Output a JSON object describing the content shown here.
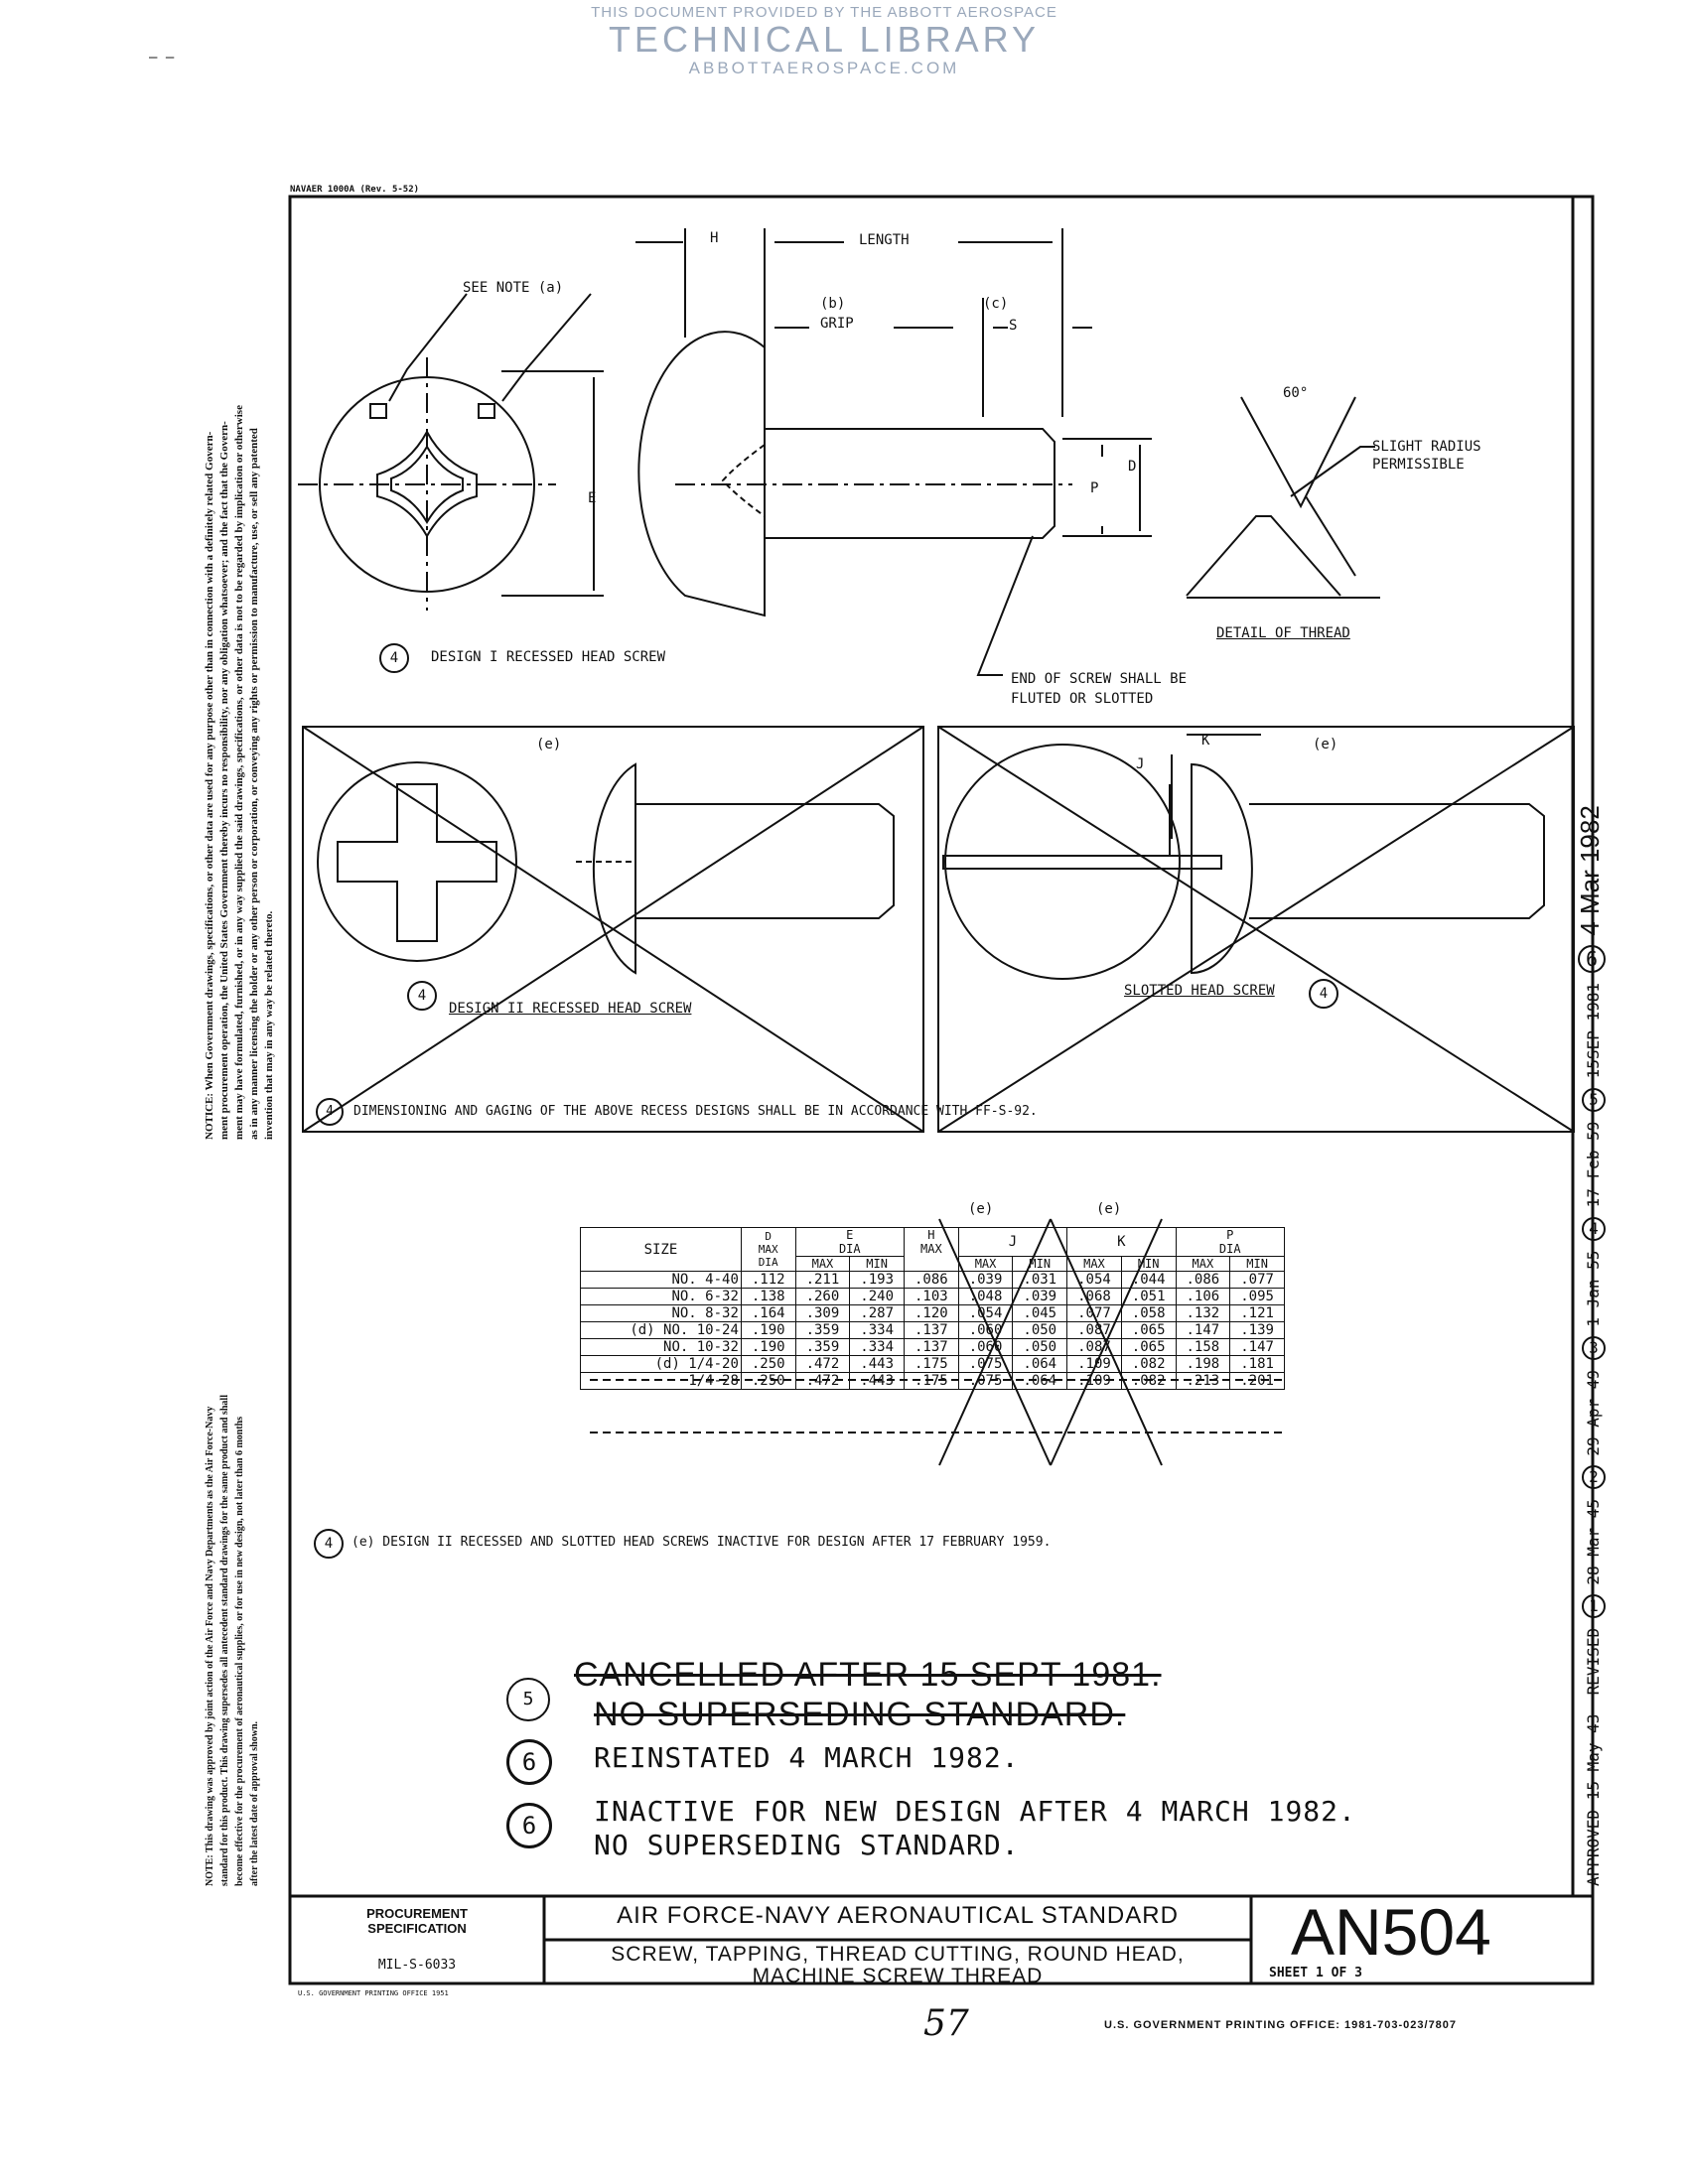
{
  "header": {
    "top_line": "THIS DOCUMENT PROVIDED BY THE ABBOTT AEROSPACE",
    "title": "TECHNICAL LIBRARY",
    "url": "ABBOTTAEROSPACE.COM"
  },
  "form_number": "NAVAER 1000A (Rev. 5-52)",
  "figure1": {
    "dim_h": "H",
    "dim_length": "LENGTH",
    "grip_b": "(b)",
    "grip_label": "GRIP",
    "s_c": "(c)",
    "s_label": "S",
    "see_note": "SEE NOTE (a)",
    "dim_e": "E",
    "dim_d": "D",
    "dim_p": "P",
    "angle": "60°",
    "slight_radius_1": "SLIGHT RADIUS",
    "slight_radius_2": "PERMISSIBLE",
    "detail": "DETAIL OF THREAD",
    "caption_num": "4",
    "caption": "DESIGN I RECESSED HEAD SCREW",
    "end_note_1": "END OF SCREW SHALL BE",
    "end_note_2": "FLUTED OR SLOTTED"
  },
  "figure2": {
    "tag": "(e)",
    "caption_num": "4",
    "caption": "DESIGN II RECESSED HEAD SCREW"
  },
  "figure3": {
    "tag": "(e)",
    "dim_j": "J",
    "dim_k": "K",
    "caption": "SLOTTED HEAD SCREW",
    "caption_num": "4"
  },
  "dim_note_num": "4",
  "dim_note": "DIMENSIONING AND GAGING OF THE ABOVE RECESS DESIGNS SHALL BE IN ACCORDANCE WITH FF-S-92.",
  "table": {
    "e_tag_j": "(e)",
    "e_tag_k": "(e)",
    "headers": {
      "size": "SIZE",
      "d": "D",
      "d_sub1": "MAX",
      "d_sub2": "DIA",
      "e": "E",
      "e_sub": "DIA",
      "h": "H",
      "h_sub": "MAX",
      "j": "J",
      "k": "K",
      "p": "P",
      "p_sub": "DIA",
      "max": "MAX",
      "min": "MIN"
    },
    "rows": [
      [
        "NO. 4-40",
        ".112",
        ".211",
        ".193",
        ".086",
        ".039",
        ".031",
        ".054",
        ".044",
        ".086",
        ".077"
      ],
      [
        "NO. 6-32",
        ".138",
        ".260",
        ".240",
        ".103",
        ".048",
        ".039",
        ".068",
        ".051",
        ".106",
        ".095"
      ],
      [
        "NO. 8-32",
        ".164",
        ".309",
        ".287",
        ".120",
        ".054",
        ".045",
        ".077",
        ".058",
        ".132",
        ".121"
      ],
      [
        "(d) NO. 10-24",
        ".190",
        ".359",
        ".334",
        ".137",
        ".060",
        ".050",
        ".087",
        ".065",
        ".147",
        ".139"
      ],
      [
        "NO. 10-32",
        ".190",
        ".359",
        ".334",
        ".137",
        ".060",
        ".050",
        ".087",
        ".065",
        ".158",
        ".147"
      ],
      [
        "(d) 1/4-20",
        ".250",
        ".472",
        ".443",
        ".175",
        ".075",
        ".064",
        ".109",
        ".082",
        ".198",
        ".181"
      ],
      [
        "1/4-28",
        ".250",
        ".472",
        ".443",
        ".175",
        ".075",
        ".064",
        ".109",
        ".082",
        ".213",
        ".201"
      ]
    ]
  },
  "inactive_note_num": "4",
  "inactive_note": "(e) DESIGN II RECESSED AND SLOTTED HEAD SCREWS INACTIVE FOR DESIGN AFTER 17 FEBRUARY 1959.",
  "cancel": {
    "num": "5",
    "line1": "CANCELLED AFTER 15 SEPT 1981.",
    "line2": "NO SUPERSEDING STANDARD."
  },
  "reinstated": {
    "num": "6",
    "text": "REINSTATED 4 MARCH 1982."
  },
  "inactive": {
    "num": "6",
    "line1": "INACTIVE FOR NEW DESIGN AFTER 4 MARCH 1982.",
    "line2": "NO SUPERSEDING STANDARD."
  },
  "left_notice": {
    "line1": "NOTICE: When Government drawings, specifications, or other data are used for any purpose other than in connection with a definitely related Govern-",
    "line2": "ment procurement operation, the United States Government thereby incurs no responsibility, nor any obligation whatsoever; and the fact that the Govern-",
    "line3": "ment may have formulated, furnished, or in any way supplied the said drawings, specifications, or other data is not to be regarded by implication or otherwise",
    "line4": "as in any manner licensing the holder or any other person or corporation, or conveying any rights or permission to manufacture, use, or sell any patented",
    "line5": "invention that may in any way be related thereto."
  },
  "left_note": {
    "line1": "NOTE: This drawing was approved by joint action of the Air Force and Navy Departments as the Air Force-Navy",
    "line2": "standard for this product. This drawing supersedes all antecedent standard drawings for the same product and shall",
    "line3": "become effective for the procurement of aeronautical supplies, or for use in new design, not later than 6 months",
    "line4": "after the latest date of approval shown."
  },
  "revision": {
    "approved": "APPROVED 15 May 43",
    "revised": "REVISED",
    "r1_num": "1",
    "r1": "28 Mar 45",
    "r2_num": "2",
    "r2": "29 Apr 49",
    "r3_num": "3",
    "r3": "1 Jan 55",
    "r4_num": "4",
    "r4": "17 Feb 59",
    "r5_num": "5",
    "r5": "15SEP 1981",
    "r6_num": "6",
    "r6": "4 Mar 1982"
  },
  "title_block": {
    "proc_spec_1": "PROCUREMENT",
    "proc_spec_2": "SPECIFICATION",
    "spec_number": "MIL-S-6033",
    "standard": "AIR FORCE-NAVY AERONAUTICAL STANDARD",
    "title_1": "SCREW, TAPPING, THREAD CUTTING, ROUND HEAD,",
    "title_2": "MACHINE SCREW THREAD",
    "number": "AN504",
    "sheet": "SHEET 1 OF 3"
  },
  "page_number": "57",
  "printing_office": "U.S. GOVERNMENT PRINTING OFFICE: 1981-703-023/7807",
  "bottom_small": "U.S. GOVERNMENT PRINTING OFFICE 1951"
}
